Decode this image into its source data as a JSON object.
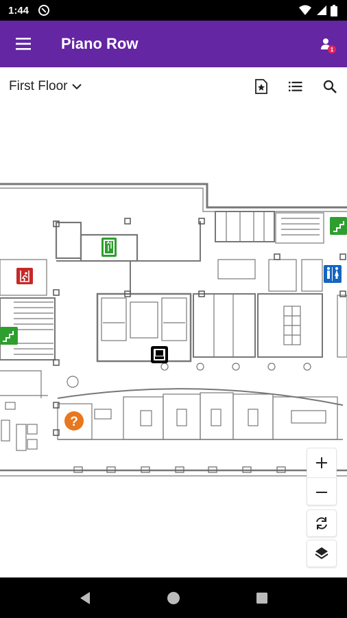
{
  "status_bar": {
    "time": "1:44"
  },
  "app_bar": {
    "title": "Piano Row",
    "notification_count": "1",
    "accent": "#6426a3",
    "badge_color": "#e0245e"
  },
  "toolbar": {
    "floor_label": "First Floor"
  },
  "map": {
    "icons": [
      "exit-sign-icon",
      "stairs-icon",
      "elevator-icon",
      "restroom-icon",
      "help-desk-icon",
      "printer-icon"
    ],
    "icon_colors": {
      "exit": "#c62828",
      "stairs": "#2e9e2e",
      "restroom": "#1565c0",
      "help": "#e8771e",
      "printer": "#000000"
    },
    "help_symbol": "?"
  },
  "controls": {
    "zoom_in": "+",
    "zoom_out": "−"
  }
}
